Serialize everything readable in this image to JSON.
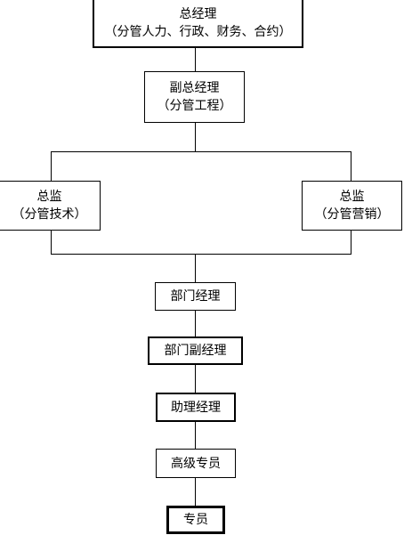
{
  "chart": {
    "ceo": {
      "title": "总经理",
      "scope": "（分管人力、行政、财务、合约）"
    },
    "vp": {
      "title": "副总经理",
      "scope": "（分管工程）"
    },
    "director_tech": {
      "title": "总监",
      "scope": "（分管技术）"
    },
    "director_marketing": {
      "title": "总监",
      "scope": "（分管营销）"
    },
    "dept_manager": {
      "title": "部门经理"
    },
    "deputy_dept_manager": {
      "title": "部门副经理"
    },
    "assistant_manager": {
      "title": "助理经理"
    },
    "senior_specialist": {
      "title": "高级专员"
    },
    "specialist": {
      "title": "专员"
    }
  }
}
